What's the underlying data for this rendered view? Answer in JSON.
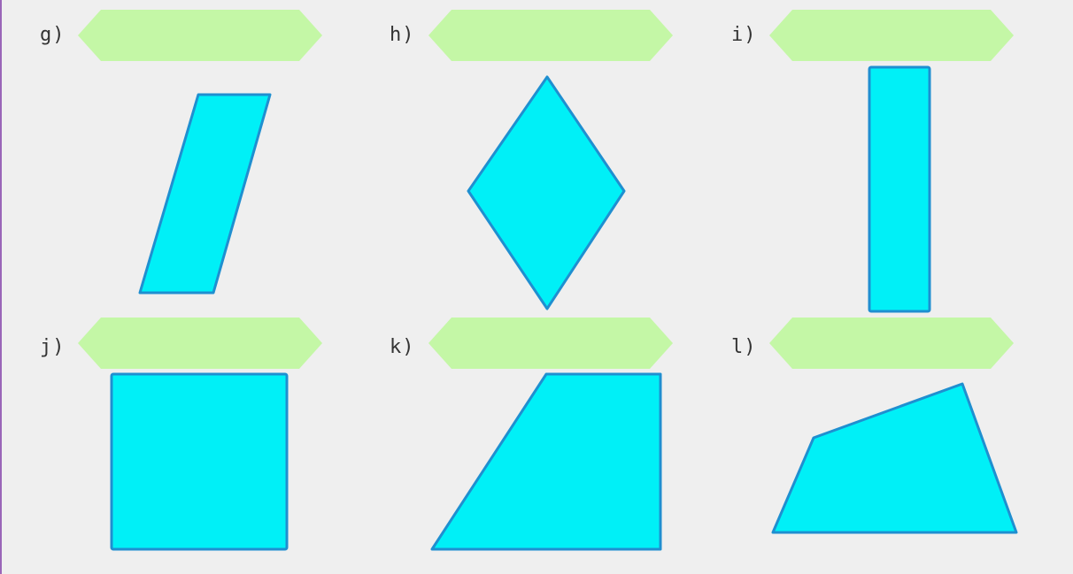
{
  "colors": {
    "background": "#efefef",
    "left_rule": "#9a66b8",
    "answer_box_fill": "#c4f7a6",
    "shape_fill": "#00f0f7",
    "shape_stroke": "#1f8fd0",
    "label_text": "#333333"
  },
  "items": [
    {
      "id": "g",
      "label": "g)",
      "shape": "parallelogram",
      "answer": ""
    },
    {
      "id": "h",
      "label": "h)",
      "shape": "rhombus",
      "answer": ""
    },
    {
      "id": "i",
      "label": "i)",
      "shape": "rectangle",
      "answer": ""
    },
    {
      "id": "j",
      "label": "j)",
      "shape": "square",
      "answer": ""
    },
    {
      "id": "k",
      "label": "k)",
      "shape": "trapezoid",
      "answer": ""
    },
    {
      "id": "l",
      "label": "l)",
      "shape": "quadrilateral",
      "answer": ""
    }
  ]
}
